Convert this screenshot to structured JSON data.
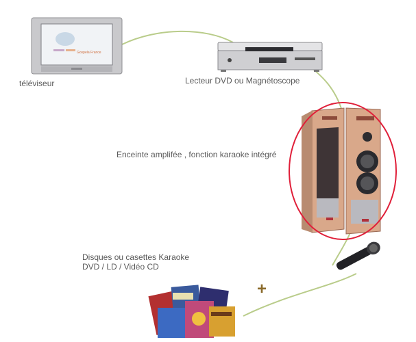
{
  "labels": {
    "tv": "téléviseur",
    "dvd": "Lecteur DVD ou Magnétoscope",
    "speaker": "Enceinte amplifée , fonction karaoke intégré",
    "discs_line1": "Disques ou casettes Karaoke",
    "discs_line2": "DVD / LD / Vidéo CD",
    "plus": "+"
  },
  "tv_screen": {
    "logo_text": "Gospela  France"
  },
  "colors": {
    "cable": "#b9cc8a",
    "highlight": "#e0203a",
    "wood": "#d9a88a"
  }
}
